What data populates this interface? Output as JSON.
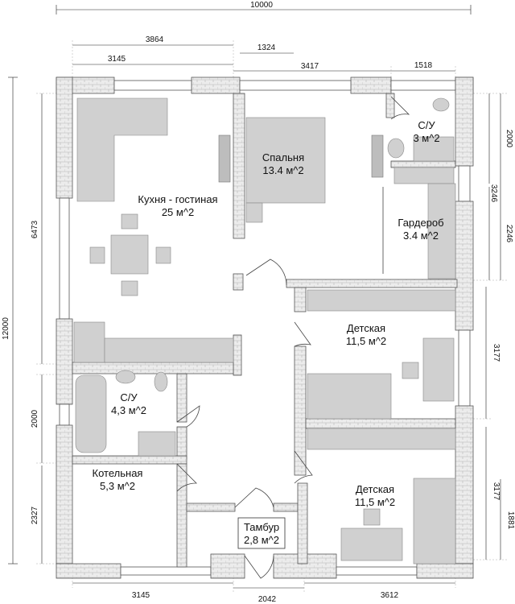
{
  "colors": {
    "wall": "#e9e9e9",
    "furniture": "#d0d0d0",
    "line": "#222222"
  },
  "rooms": {
    "kitchen_living": {
      "name": "Кухня - гостиная",
      "area": "25 м^2"
    },
    "bedroom": {
      "name": "Спальня",
      "area": "13.4 м^2"
    },
    "bathroom_top": {
      "name": "С/У",
      "area": "3 м^2"
    },
    "wardrobe": {
      "name": "Гардероб",
      "area": "3.4 м^2"
    },
    "kids_top": {
      "name": "Детская",
      "area": "11,5 м^2"
    },
    "bathroom_left": {
      "name": "С/У",
      "area": "4,3 м^2"
    },
    "boiler": {
      "name": "Котельная",
      "area": "5,3 м^2"
    },
    "kids_bottom": {
      "name": "Детская",
      "area": "11,5 м^2"
    },
    "vestibule": {
      "name": "Тамбур",
      "area": "2,8 м^2"
    }
  },
  "dimensions": {
    "top_total": "10000",
    "top_3864": "3864",
    "top_1324": "1324",
    "top_3145": "3145",
    "top_3417": "3417",
    "top_1518": "1518",
    "left_total": "12000",
    "left_6473": "6473",
    "left_2000": "2000",
    "left_2327": "2327",
    "right_2000": "2000",
    "right_3246": "3246",
    "right_2246": "2246",
    "right_3177_top": "3177",
    "right_3177_bottom": "3177",
    "right_1881": "1881",
    "bottom_3145": "3145",
    "bottom_2042": "2042",
    "bottom_3612": "3612"
  }
}
